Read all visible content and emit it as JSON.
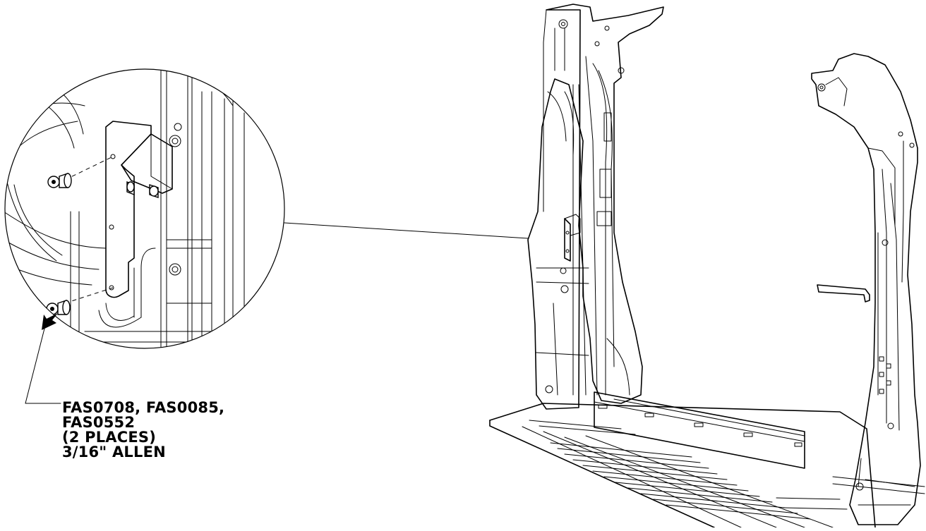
{
  "callout": {
    "lines": [
      "FAS0708, FAS0085,",
      "FAS0552",
      "(2 PLACES)",
      "3/16\" ALLEN"
    ]
  },
  "colors": {
    "ink": "#000000",
    "paper": "#ffffff"
  }
}
